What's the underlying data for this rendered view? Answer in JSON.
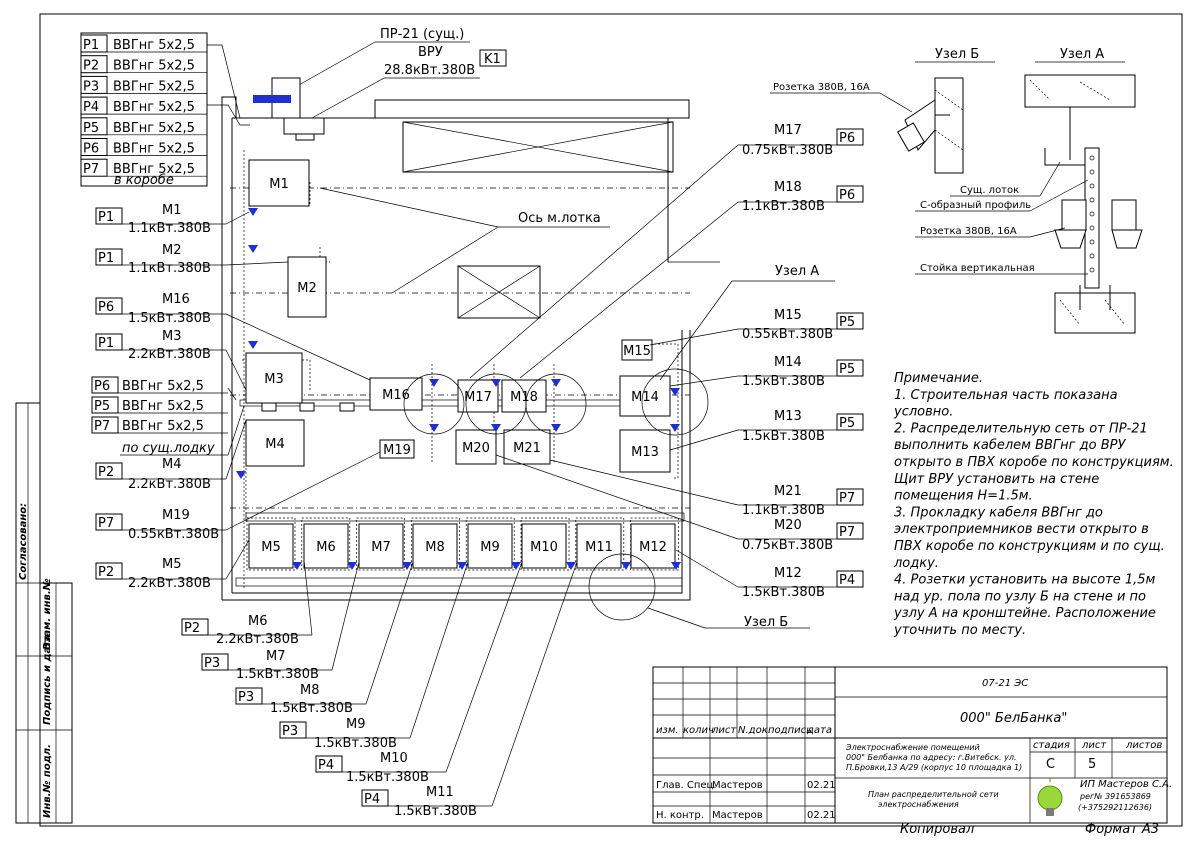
{
  "cable_list": [
    {
      "tag": "P1",
      "cable": "ВВГнг 5х2,5"
    },
    {
      "tag": "P2",
      "cable": "ВВГнг 5х2,5"
    },
    {
      "tag": "P3",
      "cable": "ВВГнг 5х2,5"
    },
    {
      "tag": "P4",
      "cable": "ВВГнг 5х2,5"
    },
    {
      "tag": "P5",
      "cable": "ВВГнг 5х2,5"
    },
    {
      "tag": "P6",
      "cable": "ВВГнг 5х2,5"
    },
    {
      "tag": "P7",
      "cable": "ВВГнг 5х2,5"
    }
  ],
  "cable_list_note": "в коробе",
  "cable_list2": [
    {
      "tag": "P6",
      "cable": "ВВГнг 5х2,5"
    },
    {
      "tag": "P5",
      "cable": "ВВГнг 5х2,5"
    },
    {
      "tag": "P7",
      "cable": "ВВГнг 5х2,5"
    }
  ],
  "cable_list2_note": "по сущ.лодку",
  "supply": {
    "pr": "ПР-21 (сущ.)",
    "vru": "ВРУ",
    "power": "28.8кВт.380В",
    "tag": "K1"
  },
  "axis_label": "Ось м.лотка",
  "node_a": "Узел А",
  "node_b": "Узел Б",
  "consumers": [
    {
      "id": "M1",
      "tag": "P1",
      "power": "1.1кВт.380В"
    },
    {
      "id": "M2",
      "tag": "P1",
      "power": "1.1кВт.380В"
    },
    {
      "id": "M3",
      "tag": "P1",
      "power": "2.2кВт.380В"
    },
    {
      "id": "M4",
      "tag": "P2",
      "power": "2.2кВт.380В"
    },
    {
      "id": "M5",
      "tag": "P2",
      "power": "2.2кВт.380В"
    },
    {
      "id": "M6",
      "tag": "P2",
      "power": "2.2кВт.380В"
    },
    {
      "id": "M7",
      "tag": "P3",
      "power": "1.5кВт.380В"
    },
    {
      "id": "M8",
      "tag": "P3",
      "power": "1.5кВт.380В"
    },
    {
      "id": "M9",
      "tag": "P3",
      "power": "1.5кВт.380В"
    },
    {
      "id": "M10",
      "tag": "P4",
      "power": "1.5кВт.380В"
    },
    {
      "id": "M11",
      "tag": "P4",
      "power": "1.5кВт.380В"
    },
    {
      "id": "M12",
      "tag": "P4",
      "power": "1.5кВт.380В"
    },
    {
      "id": "M13",
      "tag": "P5",
      "power": "1.5кВт.380В"
    },
    {
      "id": "M14",
      "tag": "P5",
      "power": "1.5кВт.380В"
    },
    {
      "id": "M15",
      "tag": "P5",
      "power": "0.55кВт.380В"
    },
    {
      "id": "M16",
      "tag": "P6",
      "power": "1.5кВт.380В"
    },
    {
      "id": "M17",
      "tag": "P6",
      "power": "0.75кВт.380В"
    },
    {
      "id": "M18",
      "tag": "P6",
      "power": "1.1кВт.380В"
    },
    {
      "id": "M19",
      "tag": "P7",
      "power": "0.55кВт.380В"
    },
    {
      "id": "M20",
      "tag": "P7",
      "power": "0.75кВт.380В"
    },
    {
      "id": "M21",
      "tag": "P7",
      "power": "1.1кВт.380В"
    }
  ],
  "detail": {
    "node_b_title": "Узел Б",
    "node_a_title": "Узел А",
    "socket_b": "Розетка 380В, 16А",
    "tray": "Сущ. лоток",
    "profile": "С-образный профиль",
    "socket_a": "Розетка 380В, 16А",
    "rack": "Стойка вертикальная"
  },
  "notes": [
    "Примечание.",
    "1. Строительная часть показана",
    "условно.",
    "2. Распределительную сеть от ПР-21",
    "выполнить кабелем ВВГнг до ВРУ",
    "открыто в ПВХ коробе по конструкциям.",
    "Щит  ВРУ установить на стене",
    "помещения Н=1.5м.",
    "3. Прокладку кабеля ВВГнг до",
    "электроприемников вести открыто в",
    "ПВХ коробе по конструкциям и по сущ.",
    "лодку.",
    "4. Розетки установить на высоте 1,5м",
    "над ур. пола по узлу Б на стене и по",
    "узлу А на кронштейне. Расположение",
    "уточнить по месту."
  ],
  "side_stamp": [
    "Согласовано:",
    "Взам. инв.№",
    "Подпись и дата",
    "Инв.№ подл."
  ],
  "title_block": {
    "code": "07-21 ЭС",
    "org": "000\" БелБанка\"",
    "project_lines": [
      "Электроснабжение помещений",
      "000\" Белбанка по адресу: г.Витебск. ул.",
      "П.Бровки,13 А/29 (корпус 10 площадка 1)"
    ],
    "sheet_title_lines": [
      "План  распределительной сети",
      "электроснабжения"
    ],
    "headers": [
      "изм.",
      "колич",
      "лист",
      "N.док.",
      "подпись",
      "дата"
    ],
    "stage_header": "стадия",
    "sheet_header": "лист",
    "sheets_header": "листов",
    "stage": "С",
    "sheet": "5",
    "row1_role": "Глав. Спец.",
    "row1_name": "Мастеров",
    "row1_date": "02.21",
    "row2_role": "Н. контр.",
    "row2_name": "Мастеров",
    "row2_date": "02.21",
    "company_lines": [
      "ИП Мастеров С.А.",
      "рег№ 391653869",
      "(+375292112636)"
    ],
    "copied": "Копировал",
    "format": "Формат А3"
  }
}
